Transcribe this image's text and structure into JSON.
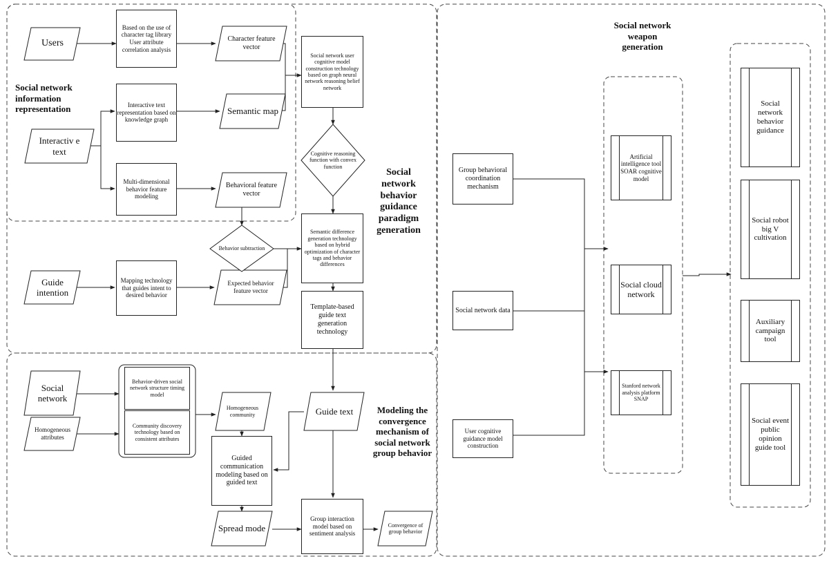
{
  "groups": {
    "info_representation": "Social network information representation",
    "behavior_guidance": "Social network behavior guidance paradigm generation",
    "convergence": "Modeling the convergence mechanism of social network group behavior",
    "weapon_generation": "Social network weapon generation"
  },
  "inputs": {
    "users": "Users",
    "interactive_text": "Interactiv e text",
    "guide_intention": "Guide intention",
    "social_network": "Social network",
    "homogeneous_attributes": "Homogeneous attributes"
  },
  "process": {
    "char_tag_library": "Based on the use of character tag library User attribute correlation analysis",
    "interactive_repr": "Interactive text representation based on knowledge graph",
    "multi_dim_behavior": "Multi-dimensional behavior feature modeling",
    "user_cognitive_model": "Social network user cognitive model construction technology based on graph neural network reasoning belief network",
    "semantic_difference": "Semantic difference generation technology based on hybrid optimization of character tags and behavior differences",
    "template_guide_text": "Template-based guide text generation technology",
    "mapping_technology": "Mapping technology that guides intent to desired behavior",
    "behavior_driven": "Behavior-driven social network structure timing model",
    "community_discovery": "Community discovery technology based on consistent attributes",
    "guided_comm": "Guided communication modeling based on guided text",
    "group_interaction": "Group interaction model based on sentiment analysis"
  },
  "data_nodes": {
    "character_vector": "Character feature vector",
    "semantic_map": "Semantic map",
    "behavioral_vector": "Behavioral feature vector",
    "expected_vector": "Expected behavior feature vector",
    "homogeneous_community": "Homogeneous community",
    "guide_text": "Guide text",
    "spread_mode": "Spread mode",
    "convergence_behavior": "Convergence of group behavior"
  },
  "decisions": {
    "cognitive_reasoning": "Cognitive reasoning function with convex function",
    "behavior_subtraction": "Behavior subtraction"
  },
  "right_inputs": {
    "group_coordination": "Group behavioral coordination mechanism",
    "social_network_data": "Social network data",
    "user_cognitive_guidance": "User cognitive guidance model construction"
  },
  "platforms": {
    "soar": "Artificial intelligence tool SOAR cognitive model",
    "cloud": "Social cloud network",
    "snap": "Stanford network analysis platform SNAP"
  },
  "outputs": {
    "behavior_guidance_tool": "Social network behavior guidance",
    "robot_cultivation": "Social robot big V cultivation",
    "campaign_tool": "Auxiliary campaign tool",
    "public_opinion_tool": "Social event public opinion guide tool"
  }
}
